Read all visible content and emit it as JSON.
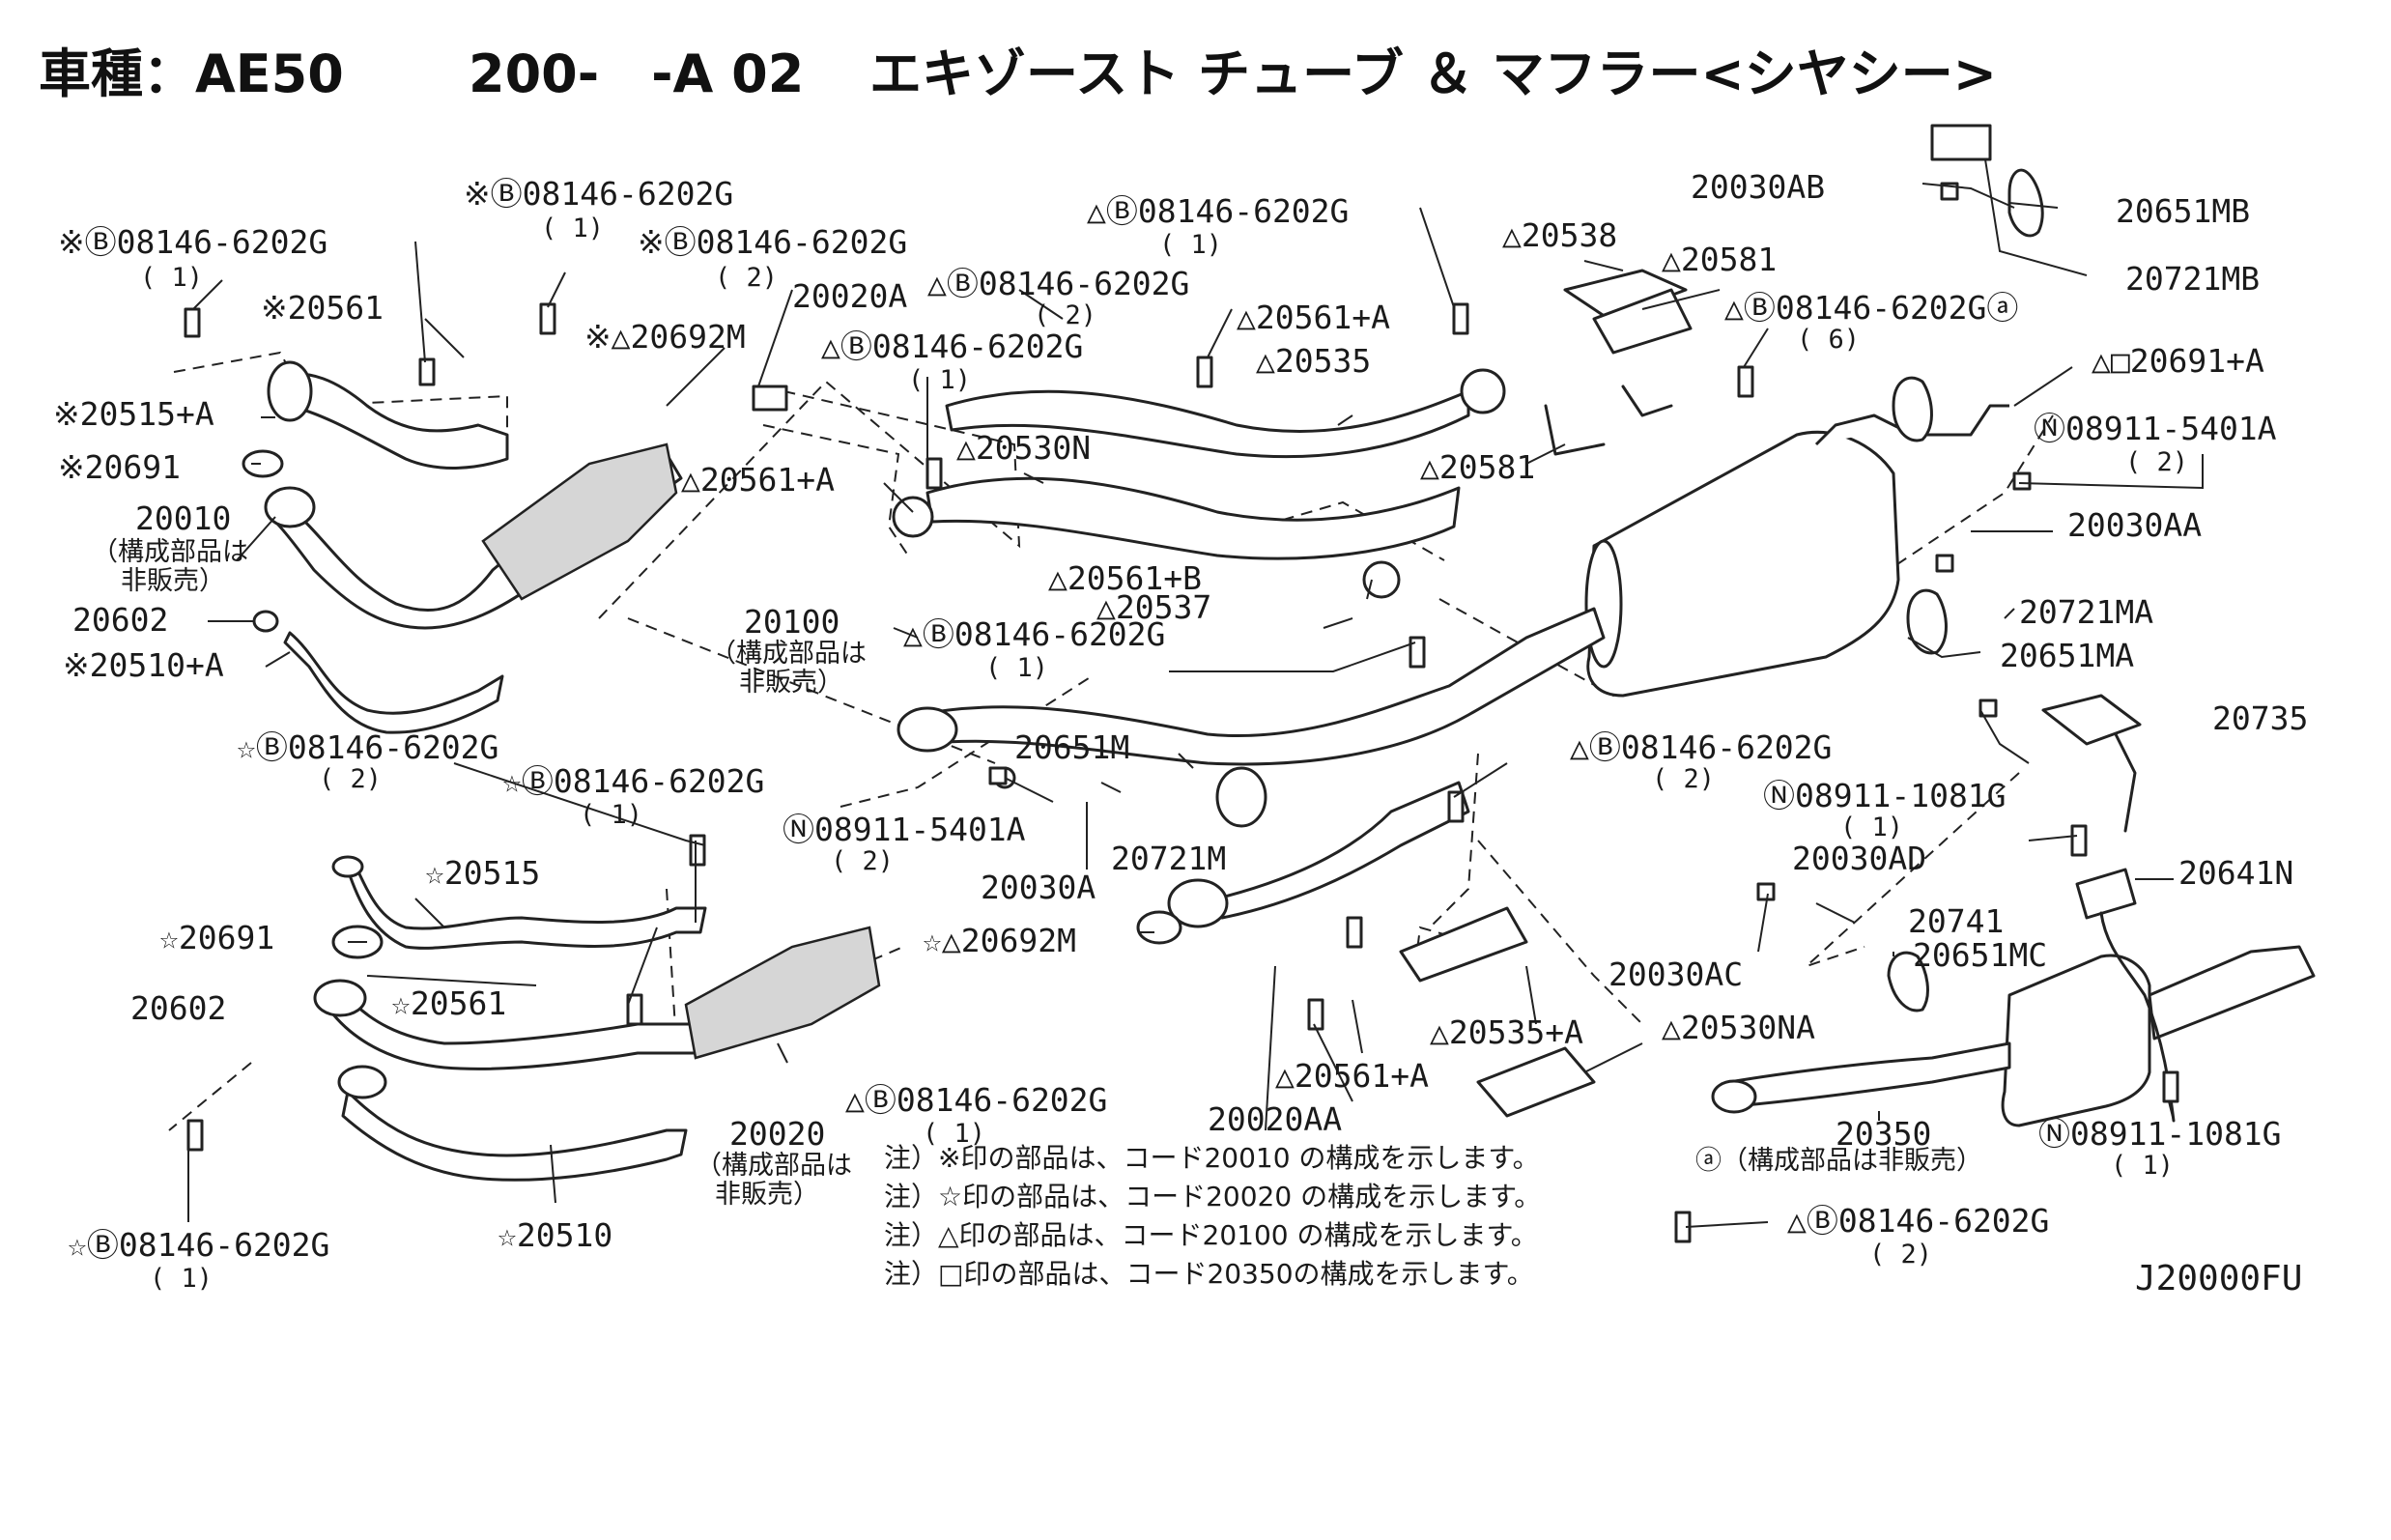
{
  "title": {
    "model": "車種：AE50",
    "range": "200-　-A 02",
    "name": "エキゾースト チューブ ＆ マフラー<シヤシー>"
  },
  "diagram_code": "J20000FU",
  "labels": [
    {
      "id": "l01",
      "text": "※Ⓑ08146-6202G",
      "sub": "( 1)"
    },
    {
      "id": "l02",
      "text": "※Ⓑ08146-6202G",
      "sub": "( 1)"
    },
    {
      "id": "l03",
      "text": "※Ⓑ08146-6202G",
      "sub": "( 2)"
    },
    {
      "id": "l04",
      "text": "※20561"
    },
    {
      "id": "l05",
      "text": "20020A"
    },
    {
      "id": "l06",
      "text": "※△20692M"
    },
    {
      "id": "l07",
      "text": "※20515+A"
    },
    {
      "id": "l08",
      "text": "※20691"
    },
    {
      "id": "l09",
      "text": "20010",
      "sub": "（構成部品は",
      "sub2": "非販売）"
    },
    {
      "id": "l10",
      "text": "20602"
    },
    {
      "id": "l11",
      "text": "※20510+A"
    },
    {
      "id": "l12",
      "text": "△Ⓑ08146-6202G",
      "sub": "( 1)"
    },
    {
      "id": "l13",
      "text": "△Ⓑ08146-6202G",
      "sub": "( 2)"
    },
    {
      "id": "l14",
      "text": "△Ⓑ08146-6202G",
      "sub": "( 1)"
    },
    {
      "id": "l15",
      "text": "△20561+A"
    },
    {
      "id": "l16",
      "text": "△20535"
    },
    {
      "id": "l17",
      "text": "△20530N"
    },
    {
      "id": "l18",
      "text": "△20561+A"
    },
    {
      "id": "l19",
      "text": "△20538"
    },
    {
      "id": "l20",
      "text": "△20581"
    },
    {
      "id": "l21",
      "text": "△20581"
    },
    {
      "id": "l22",
      "text": "△Ⓑ08146-6202Gⓐ",
      "sub": "( 6)"
    },
    {
      "id": "l23",
      "text": "20030AB"
    },
    {
      "id": "l24",
      "text": "20651MB"
    },
    {
      "id": "l25",
      "text": "20721MB"
    },
    {
      "id": "l26",
      "text": "△□20691+A"
    },
    {
      "id": "l27",
      "text": "Ⓝ08911-5401A",
      "sub": "( 2)"
    },
    {
      "id": "l28",
      "text": "20030AA"
    },
    {
      "id": "l29",
      "text": "20721MA"
    },
    {
      "id": "l30",
      "text": "20651MA"
    },
    {
      "id": "l31",
      "text": "△20561+B"
    },
    {
      "id": "l32",
      "text": "△20537"
    },
    {
      "id": "l33",
      "text": "20100",
      "sub": "（構成部品は",
      "sub2": "非販売）"
    },
    {
      "id": "l34",
      "text": "△Ⓑ08146-6202G",
      "sub": "( 1)"
    },
    {
      "id": "l35",
      "text": "20651M"
    },
    {
      "id": "l36",
      "text": "Ⓝ08911-5401A",
      "sub": "( 2)"
    },
    {
      "id": "l37",
      "text": "20721M"
    },
    {
      "id": "l38",
      "text": "20030A"
    },
    {
      "id": "l39",
      "text": "☆Ⓑ08146-6202G",
      "sub": "( 2)"
    },
    {
      "id": "l40",
      "text": "☆Ⓑ08146-6202G",
      "sub": "( 1)"
    },
    {
      "id": "l41",
      "text": "☆20515"
    },
    {
      "id": "l42",
      "text": "☆20691"
    },
    {
      "id": "l43",
      "text": "20602"
    },
    {
      "id": "l44",
      "text": "☆20561"
    },
    {
      "id": "l45",
      "text": "☆△20692M"
    },
    {
      "id": "l46",
      "text": "20020",
      "sub": "（構成部品は",
      "sub2": "非販売）"
    },
    {
      "id": "l47",
      "text": "☆Ⓑ08146-6202G",
      "sub": "( 1)"
    },
    {
      "id": "l48",
      "text": "☆20510"
    },
    {
      "id": "l49",
      "text": "△Ⓑ08146-6202G",
      "sub": "( 2)"
    },
    {
      "id": "l50",
      "text": "20735"
    },
    {
      "id": "l51",
      "text": "Ⓝ08911-1081G",
      "sub": "( 1)"
    },
    {
      "id": "l52",
      "text": "20030AD"
    },
    {
      "id": "l53",
      "text": "20641N"
    },
    {
      "id": "l54",
      "text": "20741"
    },
    {
      "id": "l55",
      "text": "20030AC"
    },
    {
      "id": "l56",
      "text": "20651MC"
    },
    {
      "id": "l57",
      "text": "△20535+A"
    },
    {
      "id": "l58",
      "text": "△20530NA"
    },
    {
      "id": "l59",
      "text": "△20561+A"
    },
    {
      "id": "l60",
      "text": "20020AA"
    },
    {
      "id": "l61",
      "text": "△Ⓑ08146-6202G",
      "sub": "( 1)"
    },
    {
      "id": "l62",
      "text": "20350"
    },
    {
      "id": "l63",
      "text": "ⓐ（構成部品は非販売）"
    },
    {
      "id": "l64",
      "text": "Ⓝ08911-1081G",
      "sub": "( 1)"
    },
    {
      "id": "l65",
      "text": "△Ⓑ08146-6202G",
      "sub": "( 2)"
    }
  ],
  "notes": [
    "注）※印の部品は、コード20010 の構成を示します。",
    "注）☆印の部品は、コード20020 の構成を示します。",
    "注）△印の部品は、コード20100 の構成を示します。",
    "注）□印の部品は、コード20350の構成を示します。"
  ]
}
